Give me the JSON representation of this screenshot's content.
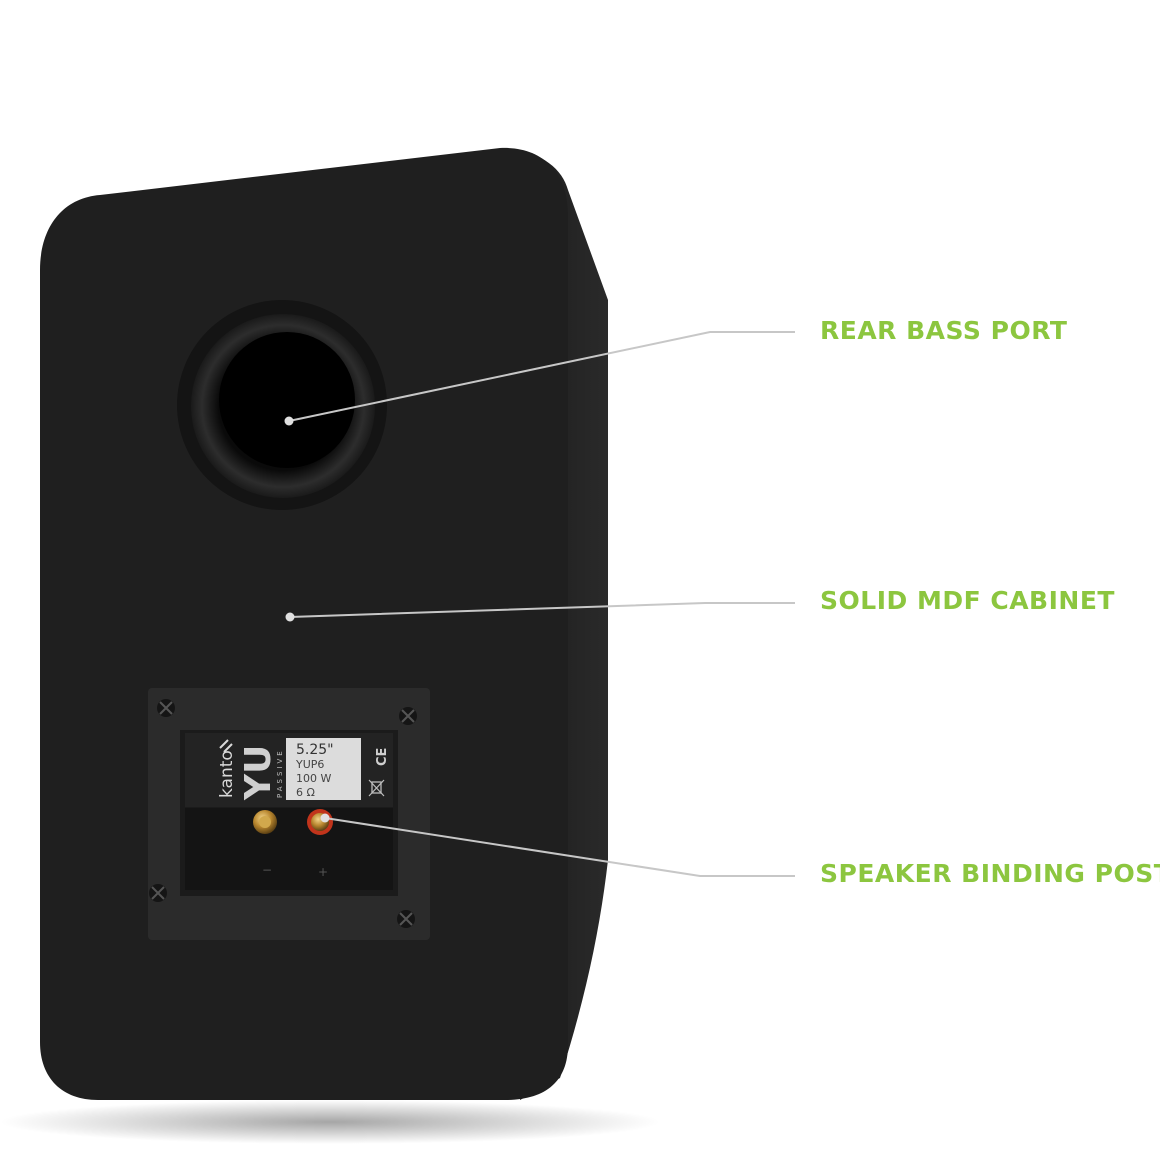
{
  "colors": {
    "background": "#ffffff",
    "accent": "#8cc63f",
    "cabinet": "#1e1e1e",
    "leader_line": "#c7c7c7"
  },
  "callouts": [
    {
      "label": "REAR BASS PORT"
    },
    {
      "label": "SOLID MDF CABINET"
    },
    {
      "label": "SPEAKER BINDING POST"
    }
  ],
  "terminal_plate": {
    "brand": "kanto",
    "model_logo": "YU",
    "subline": "PASSIVE",
    "specs": {
      "driver_size": "5.25\"",
      "model": "YUP6",
      "power": "100 W",
      "impedance": "6 Ω"
    },
    "certification": "CE",
    "polarity": {
      "negative": "−",
      "positive": "+"
    }
  },
  "icons": [
    "weee-bin-icon",
    "kanto-logo-icon"
  ]
}
